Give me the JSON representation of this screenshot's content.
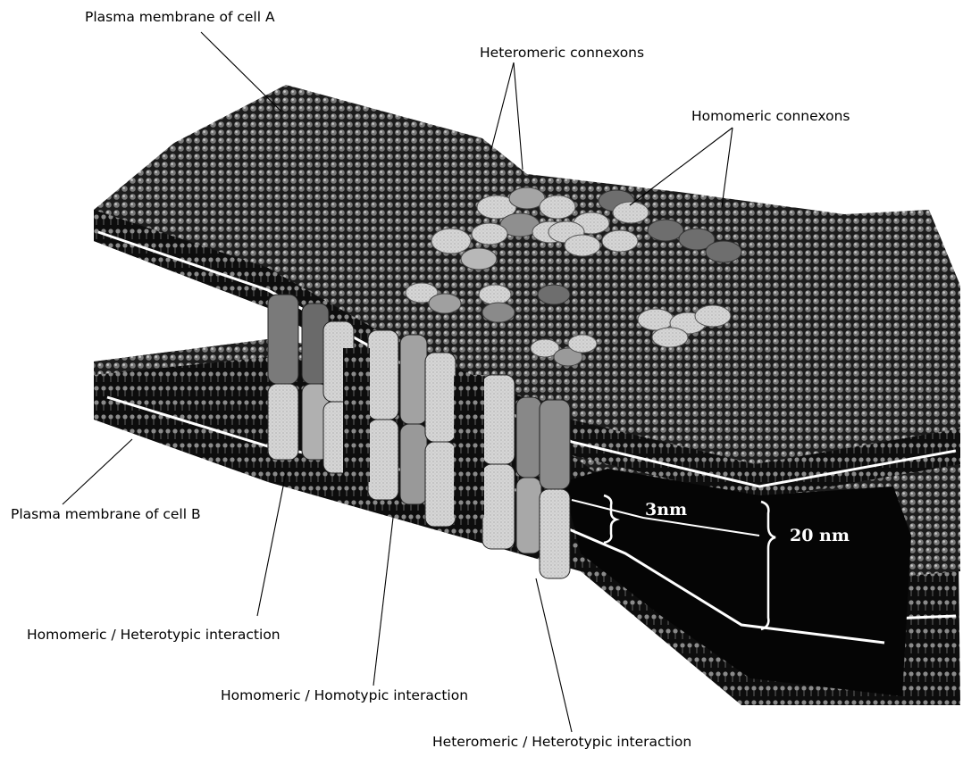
{
  "labels": {
    "cell_a": "Plasma membrane of cell A",
    "heteromeric_connexons": "Heteromeric connexons",
    "homomeric_connexons": "Homomeric connexons",
    "cell_b": "Plasma membrane of cell B",
    "homomeric_heterotypic": "Homomeric / Heterotypic interaction",
    "homomeric_homotypic": "Homomeric / Homotypic interaction",
    "heteromeric_heterotypic": "Heteromeric / Heterotypic interaction"
  },
  "measurements": {
    "gap": "3nm",
    "total": "20 nm"
  },
  "colors": {
    "membrane": "#2a2a2a",
    "membrane_dark": "#111111",
    "connexin_light": "#d8d8d8",
    "connexin_mid": "#a8a8a8",
    "connexin_dark": "#6e6e6e"
  }
}
